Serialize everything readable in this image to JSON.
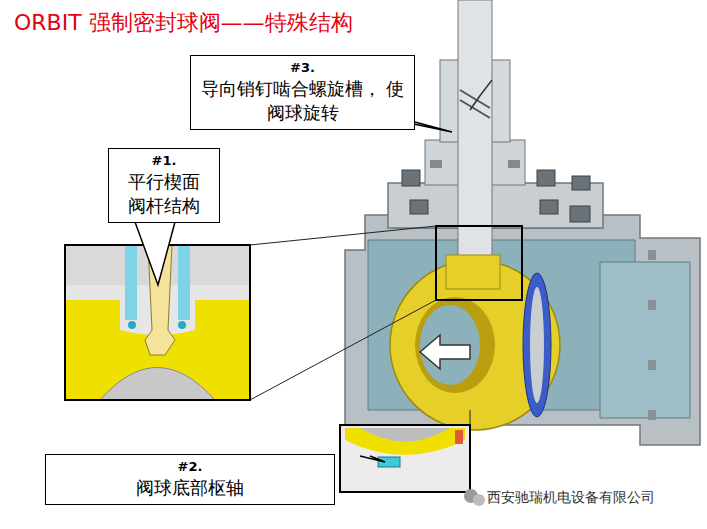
{
  "diagram": {
    "title": "ORBIT 强制密封球阀——特殊结构",
    "nodes": [
      {
        "text": [
          "#3.",
          "导向销钉啮合螺旋槽， 使阀球旋转"
        ]
      },
      {
        "text": [
          "#1.",
          "平行楔面 阀杆结构"
        ]
      },
      {
        "text": [
          "#2.",
          "阀球底部枢轴"
        ]
      }
    ],
    "labels": [
      "西安驰瑞机电设备有限公司"
    ]
  }
}
